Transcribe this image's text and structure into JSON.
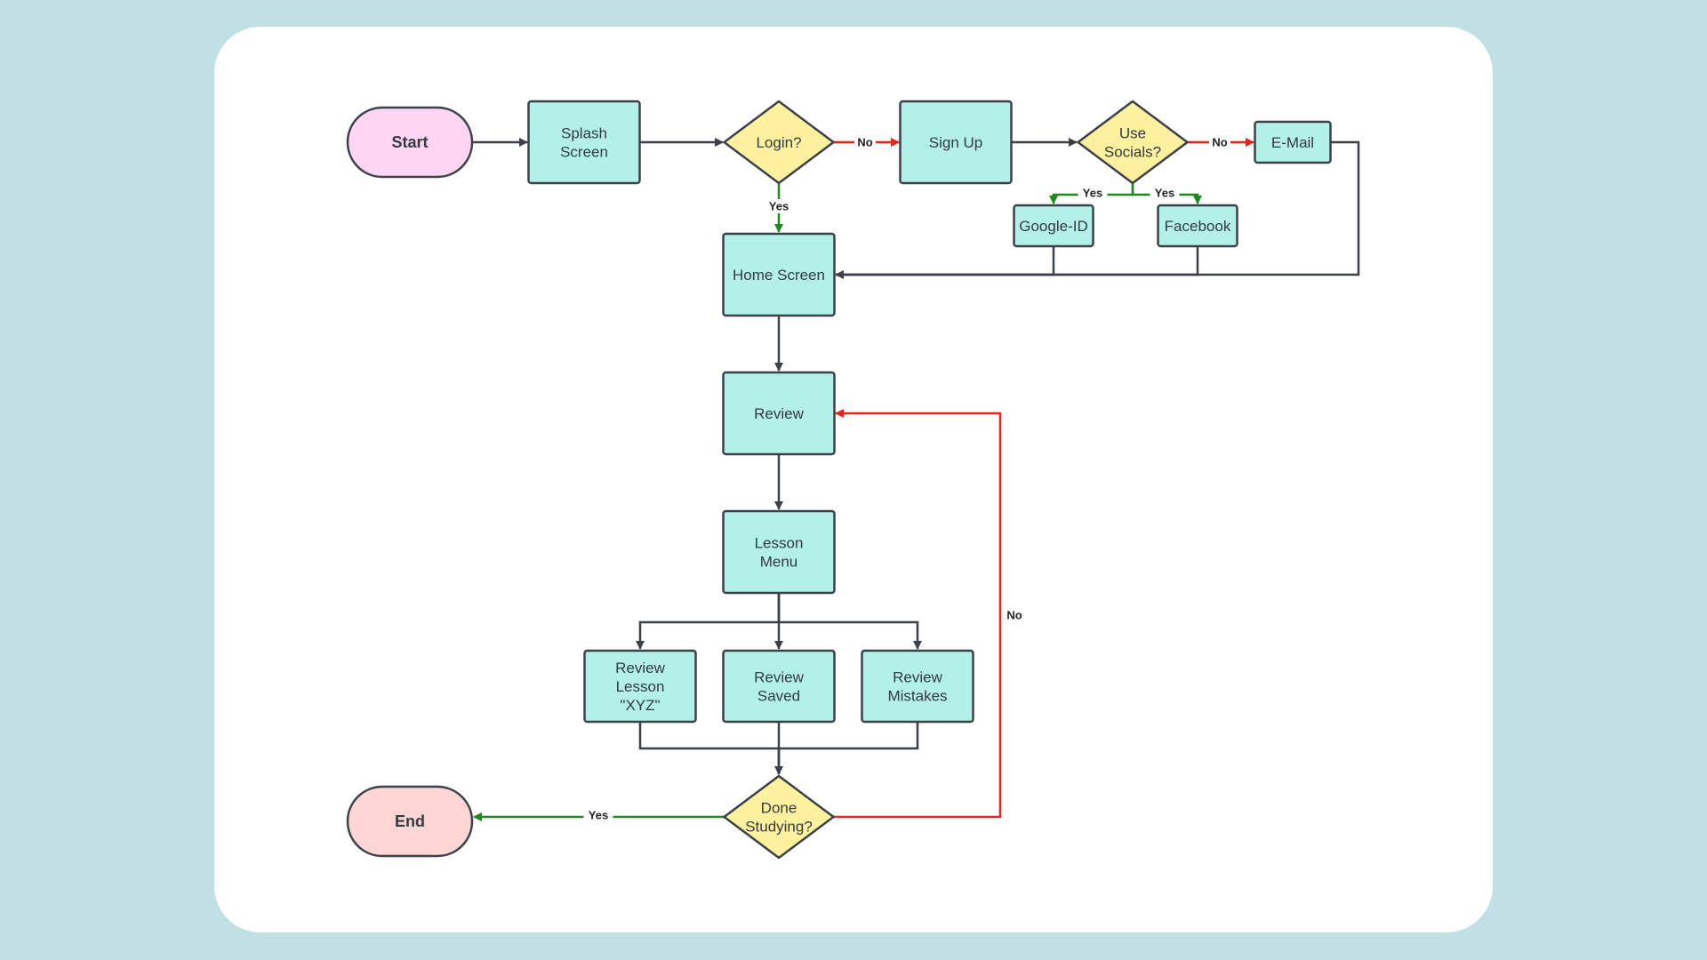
{
  "colors": {
    "background": "#c2dfe3",
    "card": "#ffffff",
    "process": "#b2f0e8",
    "decision": "#fdf1a0",
    "start": "#fed5f2",
    "end": "#fcd5d5",
    "stroke": "#3c4049",
    "flow_default": "#3c4049",
    "flow_yes": "#1e8a1e",
    "flow_no": "#e0261f"
  },
  "nodes": {
    "start": {
      "shape": "terminal",
      "label": "Start"
    },
    "splash": {
      "shape": "process",
      "label": "Splash\nScreen"
    },
    "login": {
      "shape": "decision",
      "label": "Login?"
    },
    "signup": {
      "shape": "process",
      "label": "Sign Up"
    },
    "socials": {
      "shape": "decision",
      "label": "Use\nSocials?"
    },
    "email": {
      "shape": "process",
      "label": "E-Mail"
    },
    "google": {
      "shape": "process",
      "label": "Google-ID"
    },
    "facebook": {
      "shape": "process",
      "label": "Facebook"
    },
    "home": {
      "shape": "process",
      "label": "Home Screen"
    },
    "review": {
      "shape": "process",
      "label": "Review"
    },
    "lesson_menu": {
      "shape": "process",
      "label": "Lesson\nMenu"
    },
    "review_lesson": {
      "shape": "process",
      "label": "Review\nLesson\n\"XYZ\""
    },
    "review_saved": {
      "shape": "process",
      "label": "Review\nSaved"
    },
    "review_mistakes": {
      "shape": "process",
      "label": "Review\nMistakes"
    },
    "done": {
      "shape": "decision",
      "label": "Done\nStudying?"
    },
    "end": {
      "shape": "terminal",
      "label": "End"
    }
  },
  "edges": [
    {
      "id": "start-splash",
      "from": "start",
      "to": "splash",
      "kind": "default",
      "label": ""
    },
    {
      "id": "splash-login",
      "from": "splash",
      "to": "login",
      "kind": "default",
      "label": ""
    },
    {
      "id": "login-signup",
      "from": "login",
      "to": "signup",
      "kind": "no",
      "label": "No"
    },
    {
      "id": "login-home",
      "from": "login",
      "to": "home",
      "kind": "yes",
      "label": "Yes"
    },
    {
      "id": "signup-socials",
      "from": "signup",
      "to": "socials",
      "kind": "default",
      "label": ""
    },
    {
      "id": "socials-email",
      "from": "socials",
      "to": "email",
      "kind": "no",
      "label": "No"
    },
    {
      "id": "socials-google",
      "from": "socials",
      "to": "google",
      "kind": "yes",
      "label": "Yes"
    },
    {
      "id": "socials-facebook",
      "from": "socials",
      "to": "facebook",
      "kind": "yes",
      "label": "Yes"
    },
    {
      "id": "email-home",
      "from": "email",
      "to": "home",
      "kind": "default",
      "label": ""
    },
    {
      "id": "google-home",
      "from": "google",
      "to": "home",
      "kind": "default",
      "label": ""
    },
    {
      "id": "facebook-home",
      "from": "facebook",
      "to": "home",
      "kind": "default",
      "label": ""
    },
    {
      "id": "home-review",
      "from": "home",
      "to": "review",
      "kind": "default",
      "label": ""
    },
    {
      "id": "review-lesson",
      "from": "review",
      "to": "lesson_menu",
      "kind": "default",
      "label": ""
    },
    {
      "id": "menu-review-lesson",
      "from": "lesson_menu",
      "to": "review_lesson",
      "kind": "default",
      "label": ""
    },
    {
      "id": "menu-review-saved",
      "from": "lesson_menu",
      "to": "review_saved",
      "kind": "default",
      "label": ""
    },
    {
      "id": "menu-review-mistakes",
      "from": "lesson_menu",
      "to": "review_mistakes",
      "kind": "default",
      "label": ""
    },
    {
      "id": "lesson-done",
      "from": "review_lesson",
      "to": "done",
      "kind": "default",
      "label": ""
    },
    {
      "id": "saved-done",
      "from": "review_saved",
      "to": "done",
      "kind": "default",
      "label": ""
    },
    {
      "id": "mistakes-done",
      "from": "review_mistakes",
      "to": "done",
      "kind": "default",
      "label": ""
    },
    {
      "id": "done-end",
      "from": "done",
      "to": "end",
      "kind": "yes",
      "label": "Yes"
    },
    {
      "id": "done-review",
      "from": "done",
      "to": "review",
      "kind": "no",
      "label": "No"
    }
  ]
}
